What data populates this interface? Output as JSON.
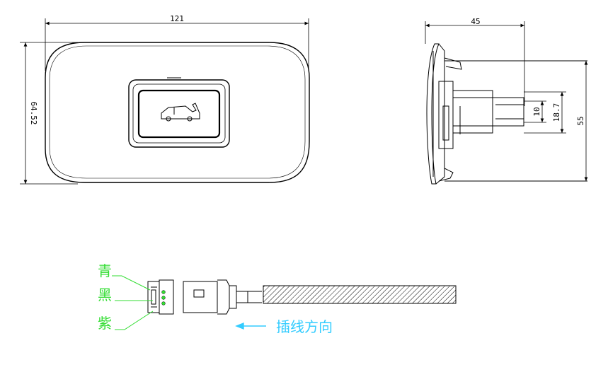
{
  "front_view": {
    "width_label": "121",
    "height_label": "64.52"
  },
  "side_view": {
    "depth_label": "45",
    "height_label": "55",
    "pin_height_label": "18.7",
    "pin_pitch_label": "10"
  },
  "connector": {
    "wire_colors": [
      {
        "label": "青",
        "color": "#33dd33"
      },
      {
        "label": "黑",
        "color": "#33dd33"
      },
      {
        "label": "紫",
        "color": "#33dd33"
      }
    ],
    "insert_direction_label": "插线方向",
    "annotation_color": "#33dd33",
    "arrow_color": "#33ccff"
  }
}
